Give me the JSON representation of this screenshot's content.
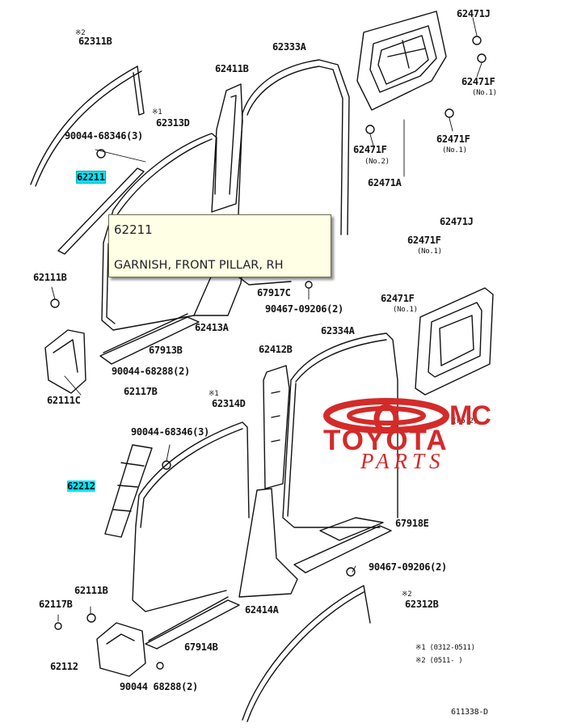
{
  "diagram": {
    "part_labels": [
      "62311B",
      "62313D",
      "62333A",
      "62411B",
      "62471J",
      "62471F",
      "62471F",
      "62471F",
      "62471A",
      "62211",
      "62111B",
      "62413A",
      "62334A",
      "62412B",
      "62314D",
      "62212",
      "67913B",
      "67917C",
      "67918E",
      "67914B",
      "62111C",
      "62117B",
      "62111B",
      "62117B",
      "62112",
      "62414A",
      "62312B",
      "62471J",
      "62471F",
      "62471F"
    ],
    "fastener_labels": [
      "90044-68346(3)",
      "90044-68288(2)",
      "90467-09206(2)",
      "90044-68346(3)",
      "90467-09206(2)",
      "90044 68288(2)"
    ],
    "notes": [
      "(No.1)",
      "(No.2)",
      "(No.1)",
      "(No.1)",
      "(No.1)",
      "(No.2)"
    ],
    "markers": [
      "※2",
      "※1",
      "※1",
      "※2"
    ],
    "footnotes": [
      "※1 (0312-0511)",
      "※2 (0511-  )"
    ],
    "drawing_code": "611338-D",
    "highlighted_parts": [
      "62211",
      "62212"
    ]
  },
  "tooltip": {
    "part_number": "62211",
    "description": "GARNISH, FRONT PILLAR, RH"
  },
  "watermark": {
    "line1": "MC",
    "line2": "TOYOTA",
    "line3": "PARTS",
    "color": "#d42a2a"
  },
  "colors": {
    "highlight": "#00e5ff",
    "tooltip_bg": "#ffffe6"
  }
}
